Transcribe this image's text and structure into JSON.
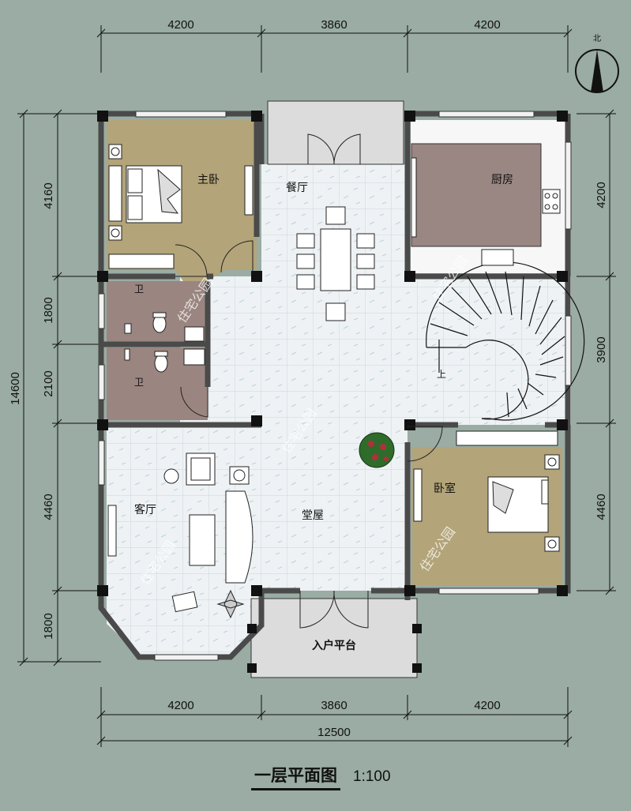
{
  "dimensions": {
    "top": [
      "4200",
      "3860",
      "4200"
    ],
    "bottom": [
      "4200",
      "3860",
      "4200"
    ],
    "total_width": "12500",
    "left_outer": "14600",
    "left": [
      "4160",
      "1800",
      "2100",
      "4460",
      "1800"
    ],
    "right": [
      "4200",
      "3900",
      "4460"
    ]
  },
  "rooms": {
    "master_bedroom": "主卧",
    "dining": "餐厅",
    "kitchen": "厨房",
    "toilet_upper": "卫",
    "toilet_lower": "卫",
    "stair_up": "上",
    "living": "客厅",
    "hall": "堂屋",
    "bedroom": "卧室",
    "entrance_platform": "入户平台"
  },
  "north_label": "北",
  "watermark": "住宅公园",
  "title": "一层平面图",
  "scale": "1:100",
  "colors": {
    "background": "#9aaca3",
    "bedroom_floor": "#b3a479",
    "kitchen_floor": "#9a8683",
    "bath_floor": "#9a8580",
    "tile_floor": "#eef2f4",
    "wall": "#4a4a4a",
    "column": "#111111"
  }
}
